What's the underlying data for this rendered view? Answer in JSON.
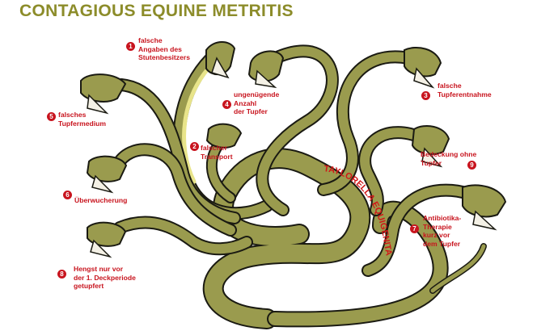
{
  "title": "CONTAGIOUS EQUINE METRITIS",
  "colors": {
    "title": "#8c8c2a",
    "serpent_body": "#9a9b4e",
    "serpent_belly": "#e8e48a",
    "outline": "#1a1a12",
    "label": "#c8141e",
    "center_text": "#d01818"
  },
  "center_label": "TAYLORELLA EQUIGENITALIS",
  "labels": [
    {
      "number": "1",
      "lines": [
        "falsche",
        "Angaben des",
        "Stutenbesitzers"
      ]
    },
    {
      "number": "2",
      "lines": [
        "falscher",
        "Transport"
      ]
    },
    {
      "number": "3",
      "lines": [
        "falsche",
        "Tupferentnahme"
      ]
    },
    {
      "number": "4",
      "lines": [
        "ungenügende",
        "Anzahl",
        "der Tupfer"
      ]
    },
    {
      "number": "5",
      "lines": [
        "falsches",
        "Tupfermedium"
      ]
    },
    {
      "number": "6",
      "lines": [
        "Überwucherung"
      ]
    },
    {
      "number": "7",
      "lines": [
        "Antibiotika-",
        "Therapie",
        "kurz vor",
        "dem Tupfer"
      ]
    },
    {
      "number": "8",
      "lines": [
        "Hengst nur vor",
        "der 1. Deckperiode",
        "getupfert"
      ]
    },
    {
      "number": "9",
      "lines": [
        "Bedeckung ohne",
        "Tupfer"
      ]
    }
  ]
}
